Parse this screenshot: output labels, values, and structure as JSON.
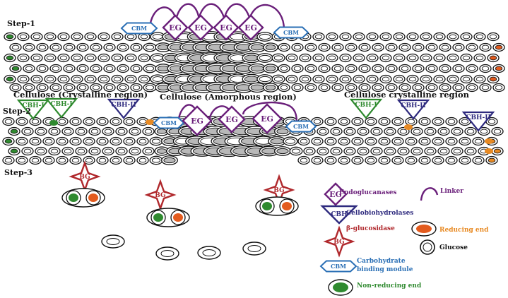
{
  "steps": {
    "step1": "Step-1",
    "step2": "Step-2",
    "step3": "Step-3"
  },
  "regions": {
    "crystalline_left": "Cellulose (Crystalline region)",
    "amorphous": "Cellulose (Amorphous region)",
    "crystalline_right": "Cellulose crystalline region"
  },
  "enzymes": {
    "eg": "EG",
    "cbm": "CBM",
    "cbh1": "CBH-I",
    "cbh2": "CBH-II",
    "bg": "BG"
  },
  "legend": {
    "eg_label": "Endoglucanases",
    "linker_label": "Linker",
    "cbh_label": "Cellobiohydrolases",
    "reducing_end_label": "Reducing end",
    "bg_label": "β-glucosidase",
    "glucose_label": "Glucose",
    "cbm_label_line1": "Carbohydrate",
    "cbm_label_line2": "binding module",
    "non_reducing_label": "Non-reducing end"
  },
  "colors": {
    "eg": "#6a1f7a",
    "cbh": "#2e2a7e",
    "cbh_green": "#2f8a2f",
    "cbm": "#2a6fb5",
    "bg": "#b0282c",
    "reducing": "#e35b1e",
    "reducing_orange": "#e88a23",
    "non_reducing": "#2f8a2f",
    "amorphous_fill": "#b8b8b8",
    "glucose_stroke": "#111111"
  }
}
